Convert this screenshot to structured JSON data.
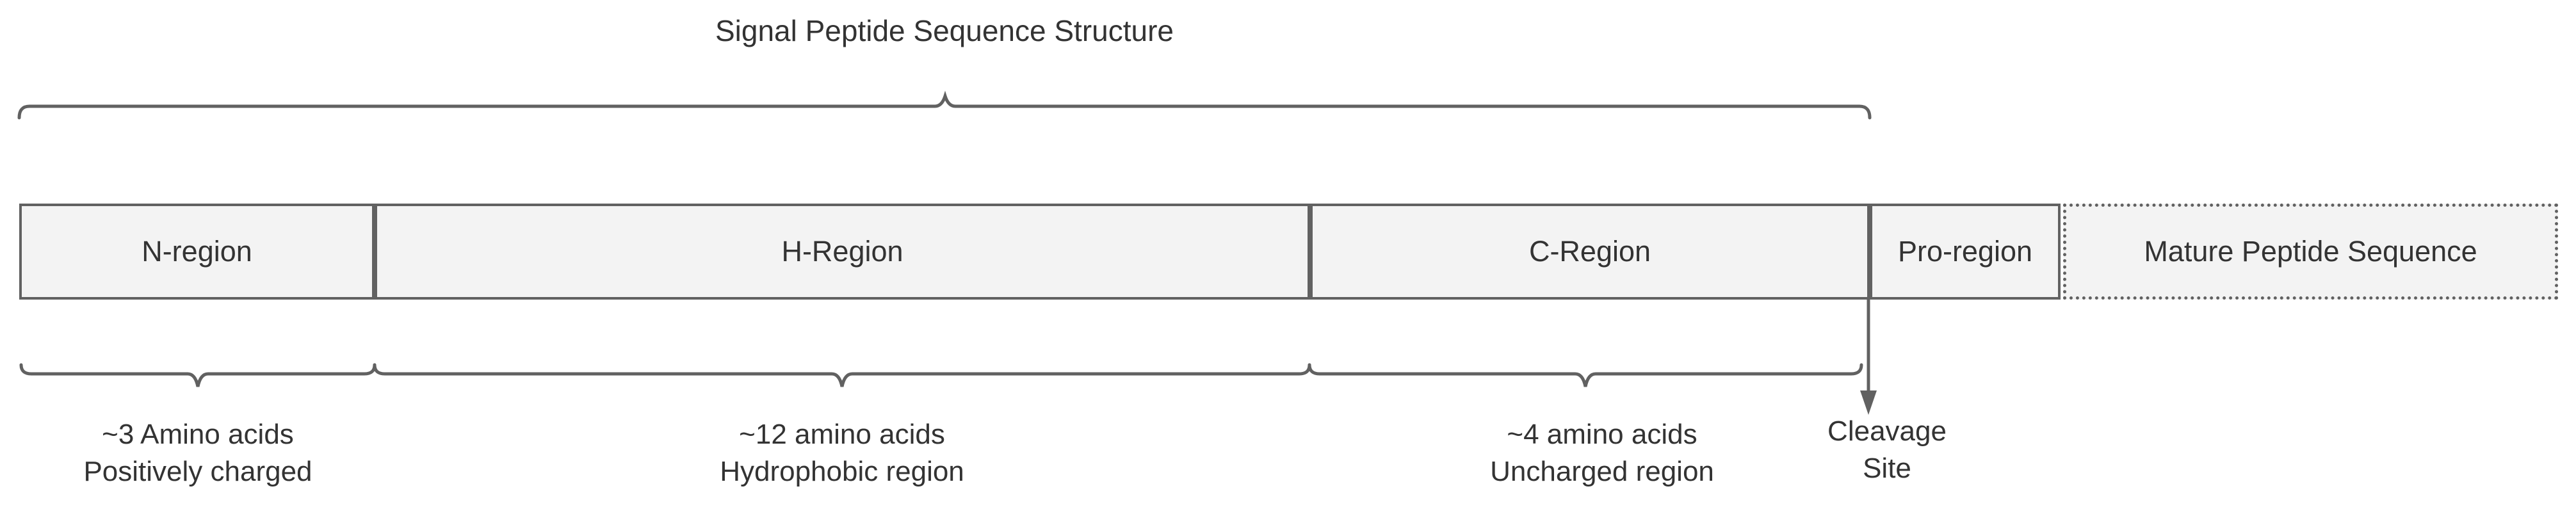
{
  "title": "Signal Peptide Sequence Structure",
  "regions": [
    {
      "label": "N-region"
    },
    {
      "label": "H-Region"
    },
    {
      "label": "C-Region"
    },
    {
      "label": "Pro-region"
    },
    {
      "label": "Mature Peptide Sequence"
    }
  ],
  "annotations": [
    {
      "line1": "~3 Amino acids",
      "line2": "Positively charged"
    },
    {
      "line1": "~12 amino acids",
      "line2": "Hydrophobic region"
    },
    {
      "line1": "~4 amino acids",
      "line2": "Uncharged region"
    }
  ],
  "cleavage_label": {
    "line1": "Cleavage",
    "line2": "Site"
  },
  "colors": {
    "box_fill": "#f3f3f3",
    "stroke": "#616161",
    "text": "#333333",
    "background": "#ffffff"
  }
}
